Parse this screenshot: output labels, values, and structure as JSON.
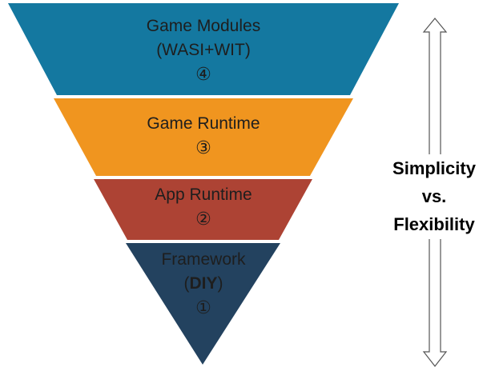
{
  "layers": [
    {
      "id": "game-modules",
      "title": "Game Modules",
      "subtitle": "(WASI+WIT)",
      "number": "④",
      "color": "#1478a0"
    },
    {
      "id": "game-runtime",
      "title": "Game Runtime",
      "number": "③",
      "color": "#f0951f"
    },
    {
      "id": "app-runtime",
      "title": "App Runtime",
      "number": "②",
      "color": "#ad4334"
    },
    {
      "id": "framework",
      "title": "Framework",
      "paren_open": "(",
      "subtitle_bold": "DIY",
      "paren_close": ")",
      "number": "①",
      "color": "#23425f"
    }
  ],
  "axis_label": {
    "line1": "Simplicity",
    "line2": "vs.",
    "line3": "Flexibility"
  },
  "arrow": {
    "direction": "both",
    "fill": "#ffffff",
    "stroke": "#555555"
  }
}
